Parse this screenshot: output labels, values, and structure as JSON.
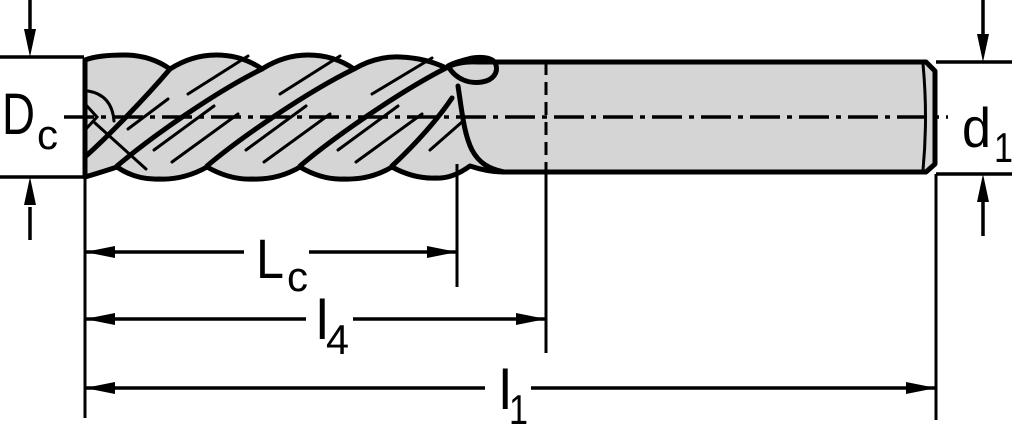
{
  "drawing": {
    "labels": {
      "cutting_diameter": {
        "main": "D",
        "sub": "c"
      },
      "shank_diameter": {
        "main": "d",
        "sub": "1"
      },
      "cutting_edge_length": {
        "main": "L",
        "sub": "c"
      },
      "length_l4": {
        "main": "l",
        "sub": "4"
      },
      "overall_length": {
        "main": "l",
        "sub": "1"
      }
    },
    "colors": {
      "line": "#000000",
      "body_fill": "#d5d5d5",
      "background": "#ffffff"
    }
  }
}
